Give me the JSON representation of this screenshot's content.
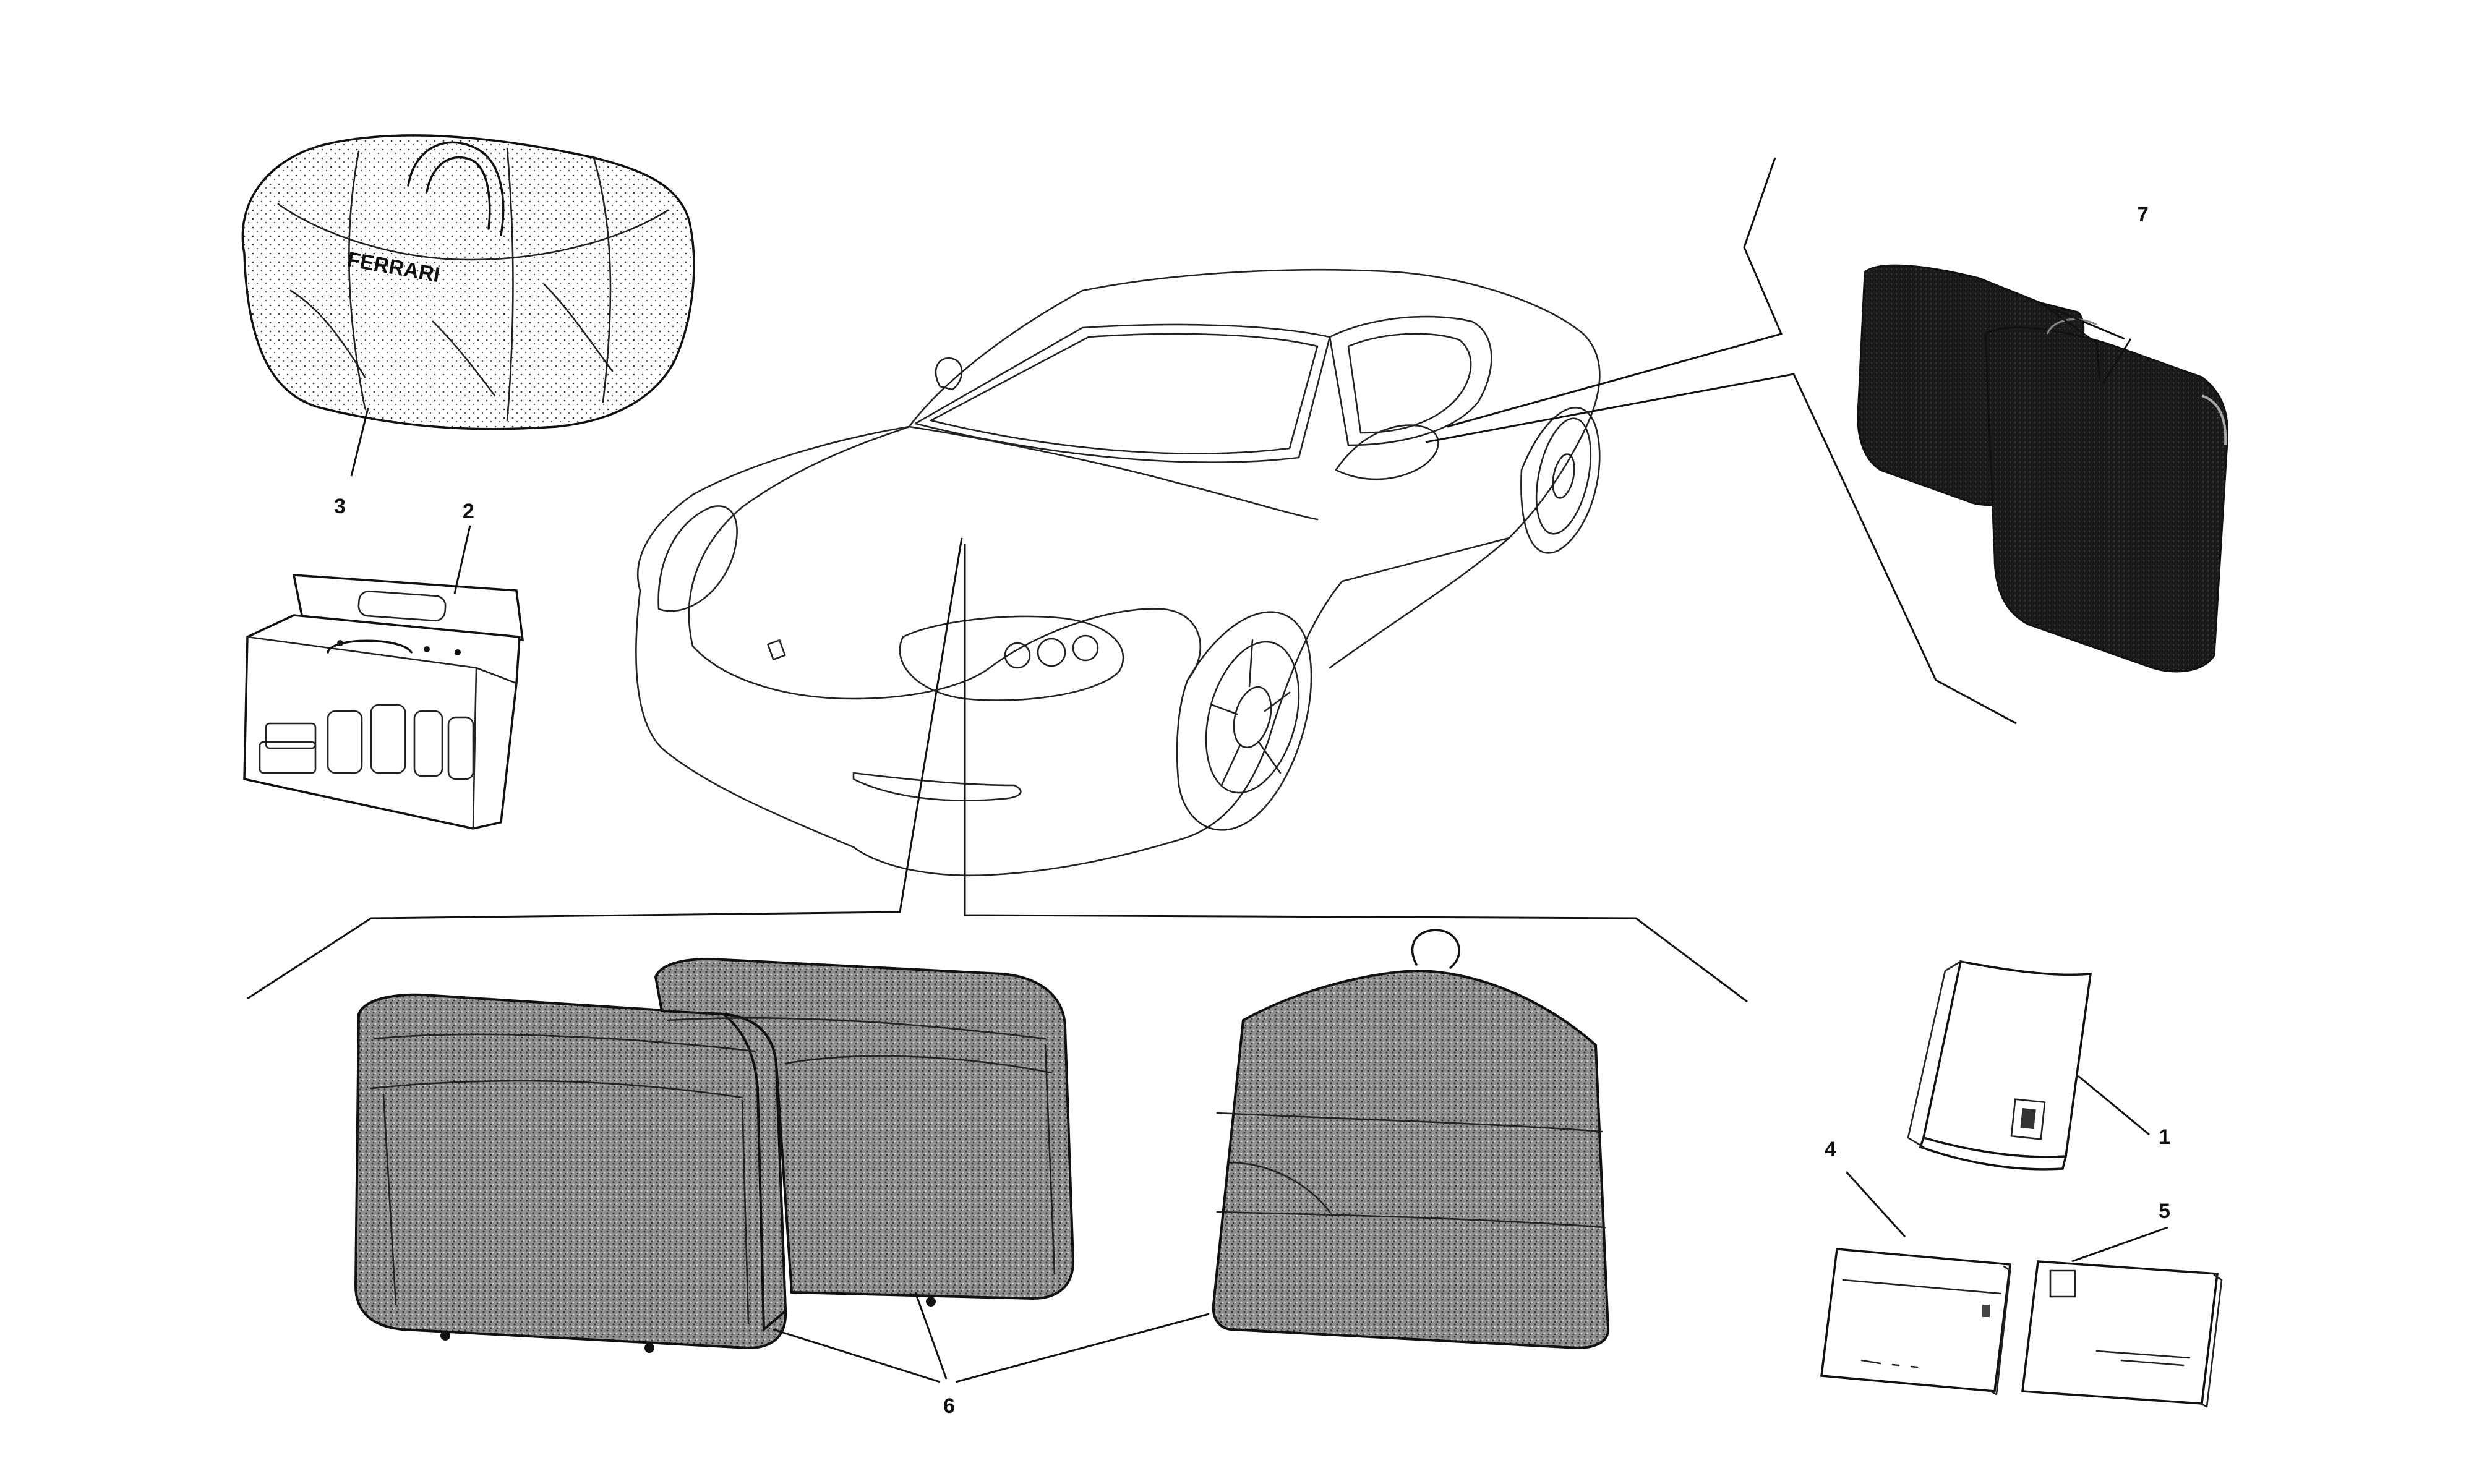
{
  "callouts": {
    "item_1": "1",
    "item_2": "2",
    "item_3": "3",
    "item_4": "4",
    "item_5": "5",
    "item_6": "6",
    "item_7": "7"
  },
  "bag_logo_text": "FERRARI"
}
